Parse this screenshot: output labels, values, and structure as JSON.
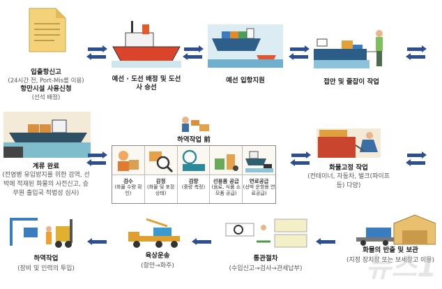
{
  "steps": {
    "s1": {
      "title": "입출항신고",
      "sub1": "(24시간 전, Port-Mis를 이용)",
      "title2": "항만시설 사용신청",
      "sub2": "(선석 배정)"
    },
    "s2": {
      "title": "예선 · 도선 배정 및 도선사 승선"
    },
    "s3": {
      "title": "예선 입항지원"
    },
    "s4": {
      "title": "접안 및 줄잡이 작업"
    },
    "s5": {
      "title": "계류 완료",
      "sub": "(전염병 유입방지를 위한 검역, 선박에 적재된 화물의 사전신고, 승무원 출입국 적법성 심사)"
    },
    "s6": {
      "title": "화물고정 작업",
      "sub": "(컨테이너, 자동차, 벌크(파이프 등) 다양)"
    },
    "s7": {
      "title": "화물의 반출 및 보관",
      "sub": "(지정 장치장 또는 보세창고 이용)"
    },
    "s8": {
      "title": "통관절차",
      "sub": "(수입신고→검사→관세납부)"
    },
    "s9": {
      "title": "육상운송",
      "sub": "(항만→화주)"
    },
    "s10": {
      "title": "하역작업",
      "sub": "(장비 및 인력의 투입)"
    }
  },
  "pre": {
    "title": "하역작업 前",
    "items": [
      {
        "title": "검수",
        "sub": "(화물 수량 확인)"
      },
      {
        "title": "감정",
        "sub": "(화물 및 포장상태)"
      },
      {
        "title": "검량",
        "sub": "(중량 측정)"
      },
      {
        "title": "선용품 공급",
        "sub": "(음료, 식품 소모품 공급)"
      },
      {
        "title": "연료공급",
        "sub": "(선박 운항용 연료공급)"
      }
    ]
  },
  "watermark": "뉴스1",
  "colors": {
    "arrow": "#2d4f8f"
  }
}
